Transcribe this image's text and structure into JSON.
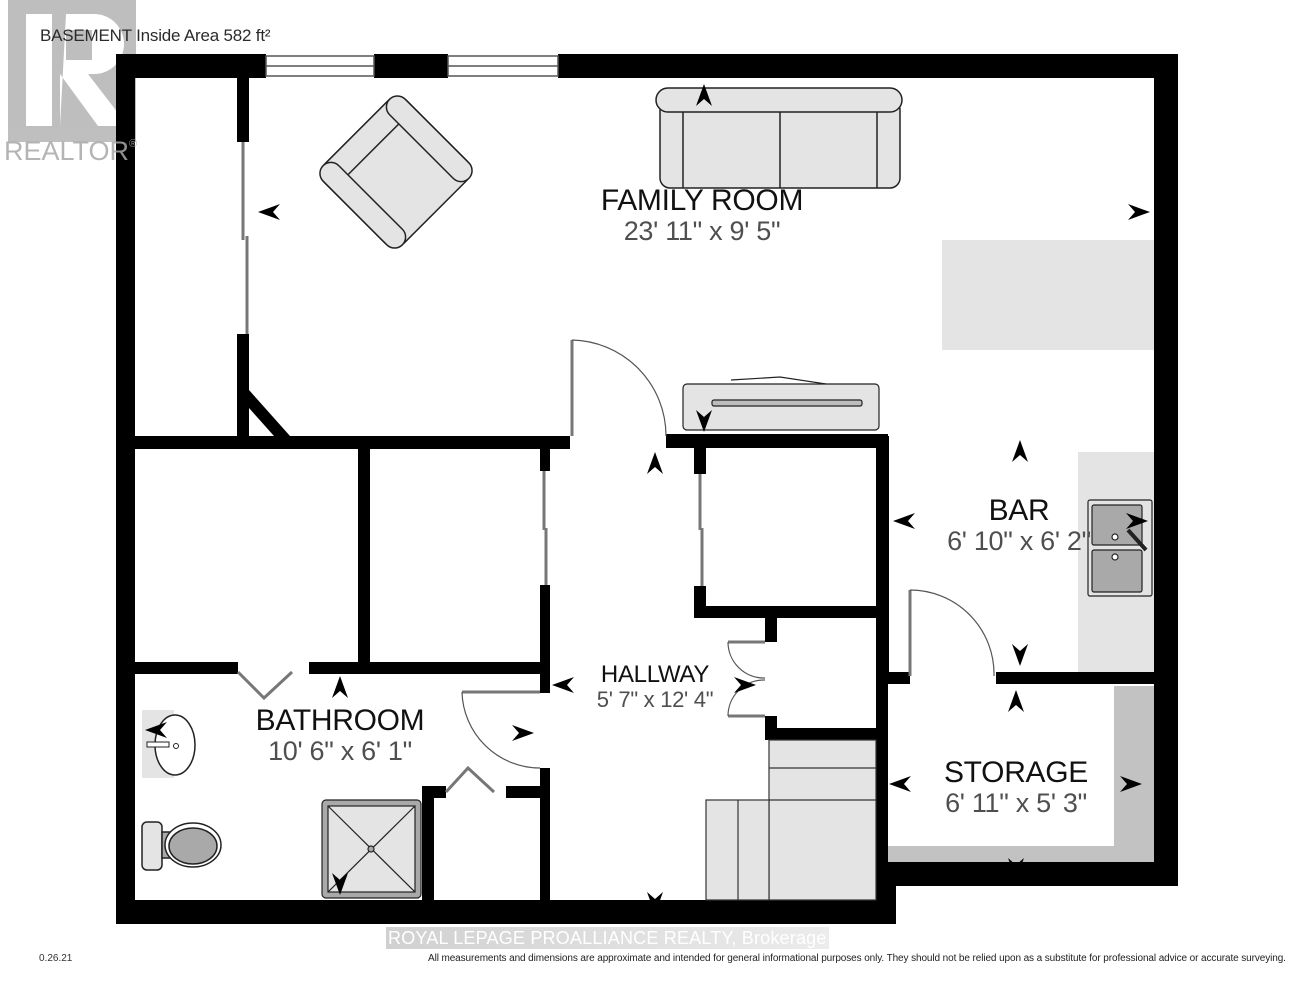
{
  "header": {
    "title": "BASEMENT Inside Area 582 ft²",
    "watermark": "REALTOR",
    "watermark_mark": "®"
  },
  "rooms": [
    {
      "id": "family-room",
      "name": "FAMILY ROOM",
      "dims": "23' 11\" x 9' 5\""
    },
    {
      "id": "bar",
      "name": "BAR",
      "dims": "6' 10\" x 6' 2\""
    },
    {
      "id": "hallway",
      "name": "HALLWAY",
      "dims": "5' 7\" x 12' 4\""
    },
    {
      "id": "bathroom",
      "name": "BATHROOM",
      "dims": "10' 6\" x 6' 1\""
    },
    {
      "id": "storage",
      "name": "STORAGE",
      "dims": "6' 11\" x 5' 3\""
    }
  ],
  "footer": {
    "version": "0.26.21",
    "brokerage": "ROYAL LEPAGE PROALLIANCE REALTY, Brokerage",
    "disclaimer": "All measurements and dimensions are approximate and intended for general informational purposes only. They should not be relied upon as a substitute for professional advice or accurate surveying."
  },
  "colors": {
    "wall": "#000000",
    "fixture_fill": "#e4e4e4",
    "storage_shelf": "#c2c2c2",
    "sink_fill": "#a9a9a9",
    "dims_text": "#4f4f4f"
  },
  "icons": [
    "realtor-logo-icon",
    "dimension-arrow-icon",
    "door-swing-icon",
    "window-icon",
    "sofa-icon",
    "armchair-icon",
    "tv-console-icon",
    "sink-icon",
    "toilet-icon",
    "shower-icon",
    "stairs-icon",
    "bar-counter-icon"
  ]
}
